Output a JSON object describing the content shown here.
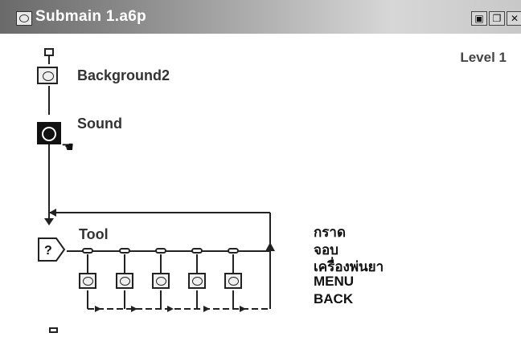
{
  "window": {
    "title": "Submain 1.a6p",
    "controls": [
      {
        "name": "maximize",
        "glyph": "▣"
      },
      {
        "name": "restore",
        "glyph": "❐"
      },
      {
        "name": "close",
        "glyph": "✕"
      }
    ]
  },
  "level_label": "Level 1",
  "flow": {
    "background_icon_label": "Background2",
    "sound_icon_label": "Sound",
    "decision_label": "Tool",
    "decision_symbol": "?",
    "branch_labels": [
      "กราด",
      "จอบ",
      "เครื่องพ่นยา",
      "MENU",
      "BACK"
    ]
  }
}
